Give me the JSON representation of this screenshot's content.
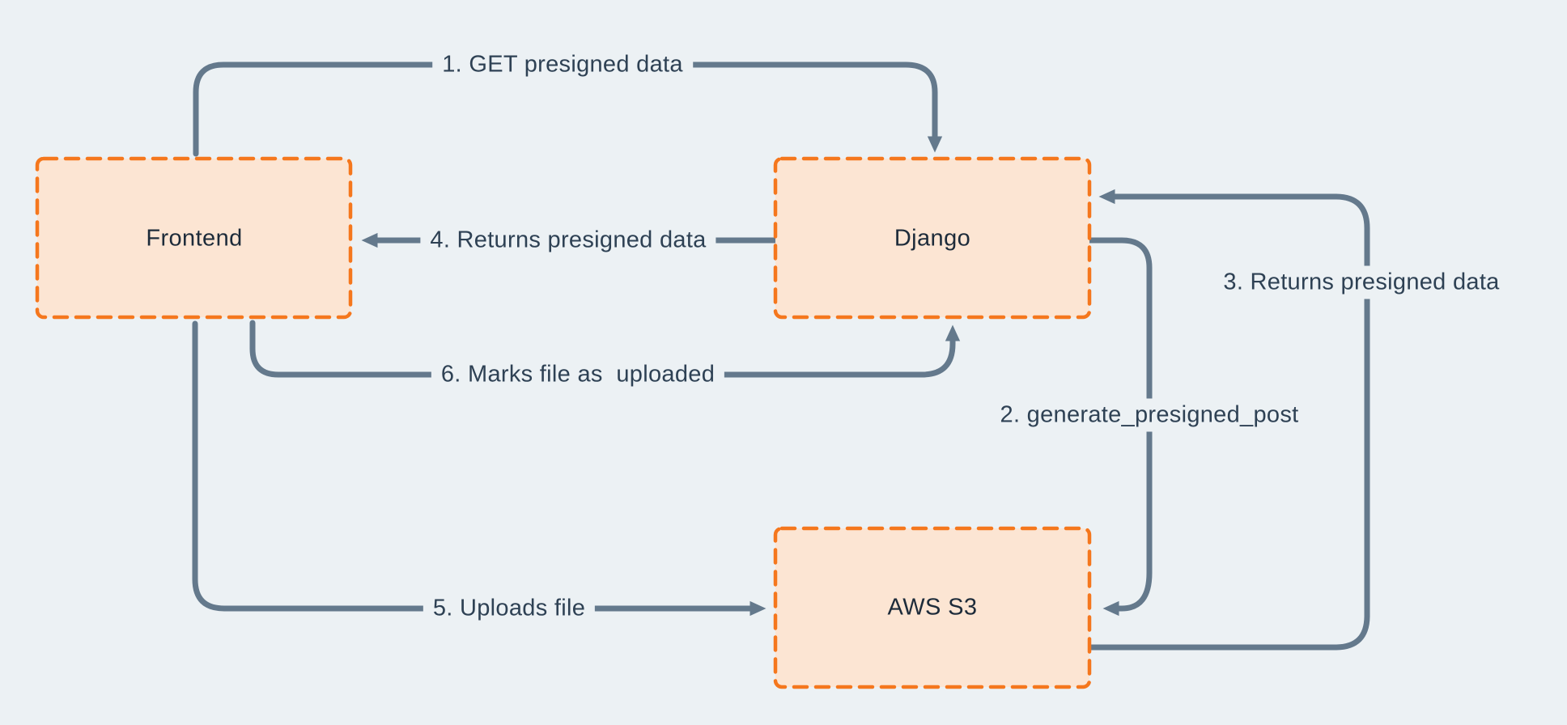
{
  "diagram": {
    "nodes": [
      {
        "id": "frontend",
        "label": "Frontend"
      },
      {
        "id": "django",
        "label": "Django"
      },
      {
        "id": "aws-s3",
        "label": "AWS S3"
      }
    ],
    "arrows": [
      {
        "num": "1",
        "label": "1. GET presigned data",
        "from": "frontend",
        "to": "django"
      },
      {
        "num": "2",
        "label": "2. generate_presigned_post",
        "from": "django",
        "to": "aws-s3"
      },
      {
        "num": "3",
        "label": "3. Returns presigned data",
        "from": "aws-s3",
        "to": "django"
      },
      {
        "num": "4",
        "label": "4. Returns presigned data",
        "from": "django",
        "to": "frontend"
      },
      {
        "num": "5",
        "label": "5. Uploads file",
        "from": "frontend",
        "to": "aws-s3"
      },
      {
        "num": "6",
        "label": "6. Marks file as  uploaded",
        "from": "frontend",
        "to": "django"
      }
    ],
    "colors": {
      "background": "#ecf1f4",
      "node_fill": "#fce5d3",
      "node_border": "#f5771d",
      "arrow": "#64798c",
      "arrow_label_text": "#2e4154",
      "node_label_text": "#1d2b3a"
    }
  }
}
